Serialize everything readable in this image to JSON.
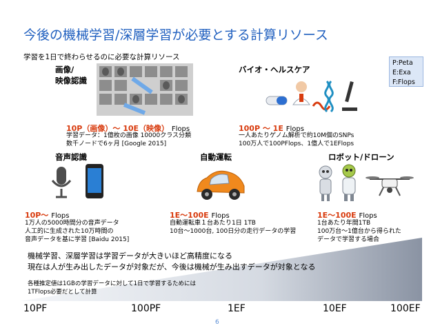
{
  "slide": {
    "title": "今後の機械学習/深層学習が必要とする計算リソース",
    "subtitle": "学習を1日で終わらせるのに必要な計算リソース",
    "legend": [
      "P:Peta",
      "E:Exa",
      "F:Flops"
    ],
    "page_number": "6"
  },
  "sections": {
    "image": {
      "name_line1": "画像/",
      "name_line2": "映像認識",
      "flops_range": "10P（画像）～ 10E（映像）",
      "flops_unit": "Flops",
      "desc_line1": "学習データ：1億枚の画像 10000クラス分類",
      "desc_line2": "数千ノードで6ヶ月 [Google 2015]"
    },
    "bio": {
      "name": "バイオ・ヘルスケア",
      "flops_range": "100P ～ 1E",
      "flops_unit": "Flops",
      "desc_line1": "一人あたりゲノム解析で約10M個のSNPs",
      "desc_line2": "100万人で100PFlops、1億人で1EFlops"
    },
    "speech": {
      "name": "音声認識",
      "flops_range": "10P～",
      "flops_unit": "Flops",
      "desc_line1": "1万人の5000時間分の音声データ",
      "desc_line2": "人工的に生成された10万時間の",
      "desc_line3": "音声データを基に学習 [Baidu 2015]"
    },
    "auto": {
      "name": "自動運転",
      "flops_range": "1E～100E",
      "flops_unit": "Flops",
      "desc_line1": "自動運転車１台あたり1日 1TB",
      "desc_line2": "10台～1000台, 100日分の走行データの学習"
    },
    "robot": {
      "name": "ロボット/ドローン",
      "flops_range": "1E～100E",
      "flops_unit": "Flops",
      "desc_line1": "1台あたり年間1TB",
      "desc_line2": "100万台～1億台から得られた",
      "desc_line3": "データで学習する場合"
    }
  },
  "notes": {
    "line1": "機械学習、深層学習は学習データが大きいほど高精度になる",
    "line2": "現在は人が生み出したデータが対象だが、今後は機械が生み出すデータが対象となる",
    "footnote1": "各種推定値は1GBの学習データに対して1日で学習するためには",
    "footnote2": "1TFlops必要だとして計算"
  },
  "axis": {
    "ticks": [
      "10PF",
      "100PF",
      "1EF",
      "10EF",
      "100EF"
    ]
  },
  "colors": {
    "title": "#1f5fbf",
    "accent_red": "#d83b0e",
    "wedge_light": "#eef1f6",
    "wedge_dark": "#8a93a3"
  }
}
